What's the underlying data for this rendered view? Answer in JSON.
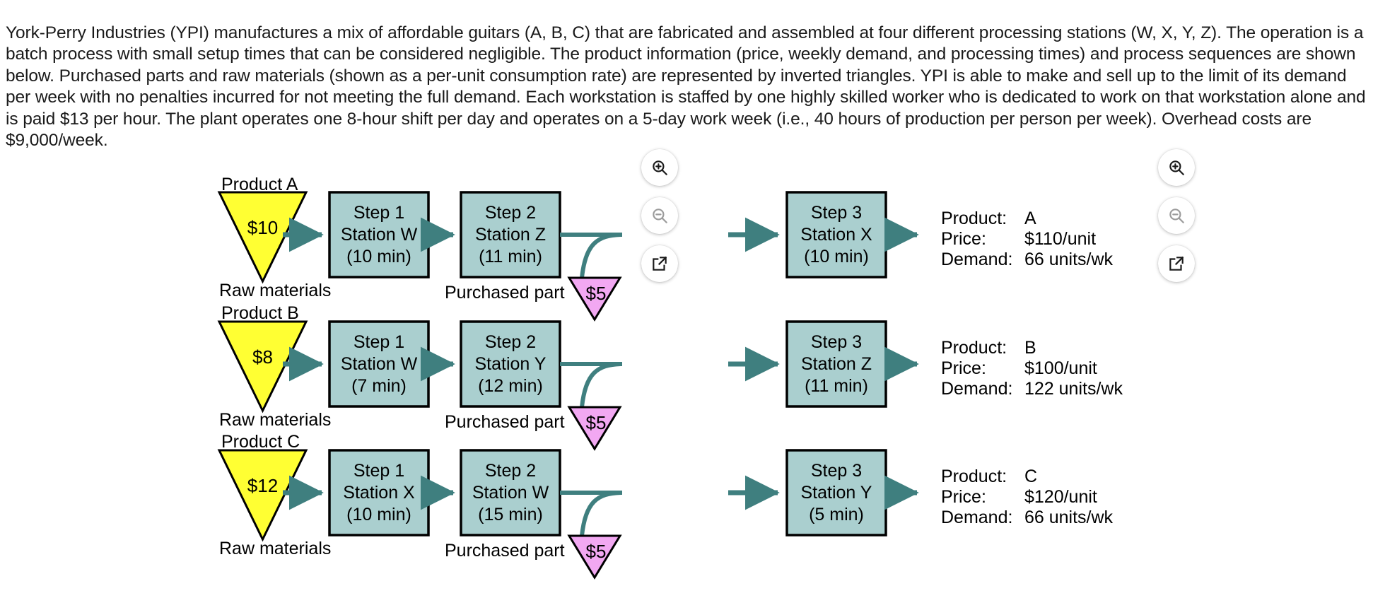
{
  "problem": {
    "statement": "York-Perry Industries (YPI) manufactures a mix of affordable guitars (A, B, C) that are fabricated and assembled at four different processing stations (W, X, Y, Z). The operation is a batch process with small setup times that can be considered negligible. The product information (price, weekly demand, and processing times) and process sequences are shown below. Purchased parts and raw materials (shown as a per-unit consumption rate) are represented by inverted triangles. YPI is able to make and sell up to the limit of its demand per week with no penalties incurred for not meeting the full demand. Each workstation is staffed by one highly skilled worker who is dedicated to work on that workstation alone and is paid $13 per hour. The plant operates one 8-hour shift per day and operates on a 5-day work week (i.e., 40 hours of production per person per week). Overhead costs are $9,000/week."
  },
  "colors": {
    "station_box_fill": "#aacfcf",
    "station_box_stroke": "#000000",
    "raw_material_fill": "#ffff33",
    "purchased_part_fill": "#f2a8f2",
    "arrow": "#3f7f7f",
    "text": "#000000",
    "background": "#ffffff"
  },
  "captions": {
    "raw_materials": "Raw materials",
    "purchased_part": "Purchased part"
  },
  "info_labels": {
    "product": "Product:",
    "price": "Price:",
    "demand": "Demand:"
  },
  "rows": [
    {
      "product_label": "Product A",
      "raw_material_value": "$10",
      "purchased_part_value": "$5",
      "steps": [
        {
          "step": "Step 1",
          "station": "Station W",
          "time": "(10 min)"
        },
        {
          "step": "Step 2",
          "station": "Station Z",
          "time": "(11 min)"
        },
        {
          "step": "Step 3",
          "station": "Station X",
          "time": "(10 min)"
        }
      ],
      "info": {
        "product": "A",
        "price": "$110/unit",
        "demand": "66 units/wk"
      }
    },
    {
      "product_label": "Product B",
      "raw_material_value": "$8",
      "purchased_part_value": "$5",
      "steps": [
        {
          "step": "Step 1",
          "station": "Station W",
          "time": "(7 min)"
        },
        {
          "step": "Step 2",
          "station": "Station Y",
          "time": "(12 min)"
        },
        {
          "step": "Step 3",
          "station": "Station Z",
          "time": "(11 min)"
        }
      ],
      "info": {
        "product": "B",
        "price": "$100/unit",
        "demand": "122 units/wk"
      }
    },
    {
      "product_label": "Product C",
      "raw_material_value": "$12",
      "purchased_part_value": "$5",
      "steps": [
        {
          "step": "Step 1",
          "station": "Station X",
          "time": "(10 min)"
        },
        {
          "step": "Step 2",
          "station": "Station W",
          "time": "(15 min)"
        },
        {
          "step": "Step 3",
          "station": "Station Y",
          "time": "(5 min)"
        }
      ],
      "info": {
        "product": "C",
        "price": "$120/unit",
        "demand": "66 units/wk"
      }
    }
  ],
  "overlay_controls": {
    "left": [
      {
        "name": "zoom-in-icon",
        "label": "Zoom in",
        "state": "enabled"
      },
      {
        "name": "zoom-out-icon",
        "label": "Zoom out",
        "state": "disabled"
      },
      {
        "name": "open-in-new-icon",
        "label": "Open in new window",
        "state": "enabled"
      }
    ],
    "right": [
      {
        "name": "zoom-in-icon",
        "label": "Zoom in",
        "state": "enabled"
      },
      {
        "name": "zoom-out-icon",
        "label": "Zoom out",
        "state": "disabled"
      },
      {
        "name": "open-in-new-icon",
        "label": "Open in new window",
        "state": "enabled"
      }
    ]
  }
}
